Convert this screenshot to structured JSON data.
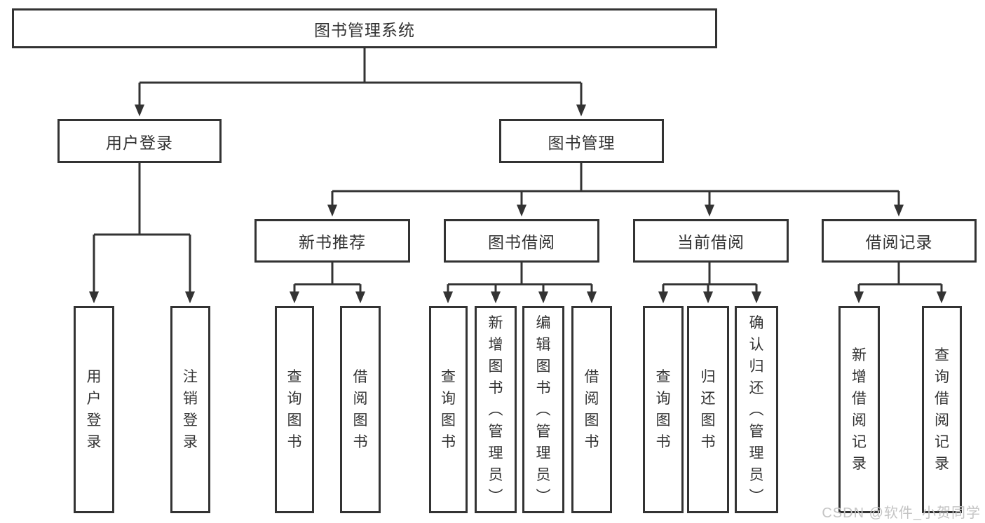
{
  "diagram": {
    "root": {
      "label": "图书管理系统"
    },
    "level2": [
      {
        "label": "用户登录"
      },
      {
        "label": "图书管理"
      }
    ],
    "level3": [
      {
        "label": "新书推荐",
        "parent": "图书管理"
      },
      {
        "label": "图书借阅",
        "parent": "图书管理"
      },
      {
        "label": "当前借阅",
        "parent": "图书管理"
      },
      {
        "label": "借阅记录",
        "parent": "图书管理"
      }
    ],
    "leaves": [
      {
        "label": "用户登录",
        "parent": "用户登录"
      },
      {
        "label": "注销登录",
        "parent": "用户登录"
      },
      {
        "label": "查询图书",
        "parent": "新书推荐"
      },
      {
        "label": "借阅图书",
        "parent": "新书推荐"
      },
      {
        "label": "查询图书",
        "parent": "图书借阅"
      },
      {
        "label": "新增图书（管理员）",
        "parent": "图书借阅"
      },
      {
        "label": "编辑图书（管理员）",
        "parent": "图书借阅"
      },
      {
        "label": "借阅图书",
        "parent": "图书借阅"
      },
      {
        "label": "查询图书",
        "parent": "当前借阅"
      },
      {
        "label": "归还图书",
        "parent": "当前借阅"
      },
      {
        "label": "确认归还（管理员）",
        "parent": "当前借阅"
      },
      {
        "label": "新增借阅记录",
        "parent": "借阅记录"
      },
      {
        "label": "查询借阅记录",
        "parent": "借阅记录"
      }
    ]
  },
  "watermark": "CSDN @软件_小贺同学",
  "colors": {
    "line": "#333333",
    "text": "#333333",
    "watermark": "#c4c4c4",
    "background": "#ffffff"
  }
}
